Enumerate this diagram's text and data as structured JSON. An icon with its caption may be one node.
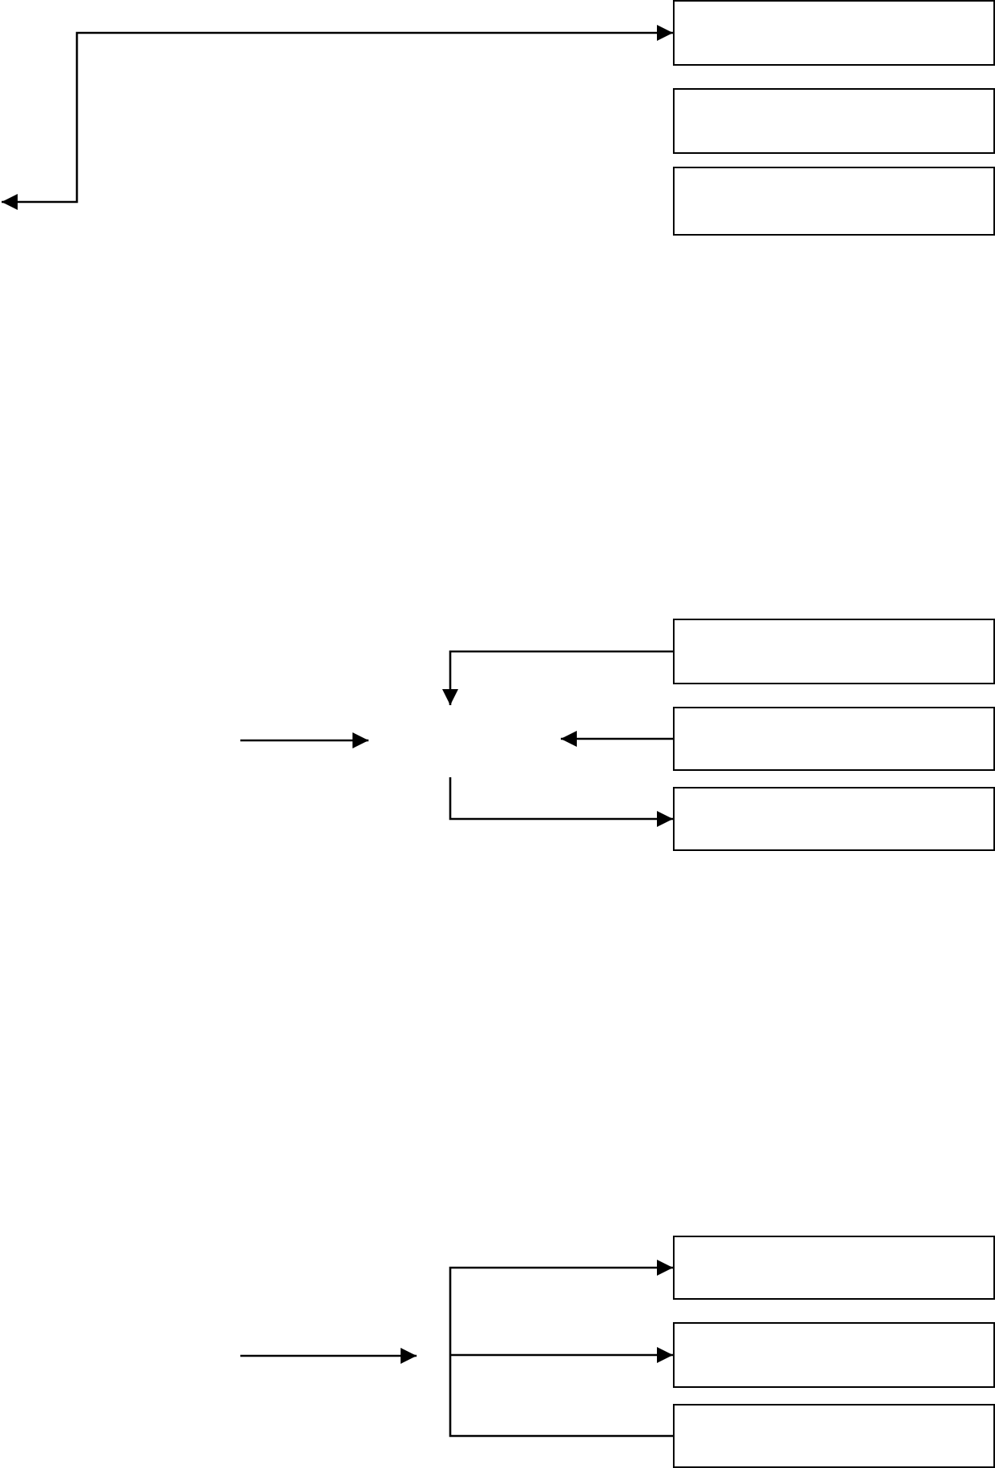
{
  "diagram": {
    "nodes": [
      {
        "text": [],
        "shape": "box"
      },
      {
        "text": [],
        "shape": "box"
      },
      {
        "text": [],
        "shape": "box"
      },
      {
        "text": [],
        "shape": "box"
      },
      {
        "text": [],
        "shape": "box"
      },
      {
        "text": [],
        "shape": "box"
      },
      {
        "text": [],
        "shape": "box"
      },
      {
        "text": [],
        "shape": "box"
      },
      {
        "text": [],
        "shape": "box"
      }
    ],
    "edges": [
      {
        "from": null,
        "to": 0,
        "arrow": "both"
      },
      {
        "from": 3,
        "to": null,
        "arrow": "to"
      },
      {
        "from": 4,
        "to": null,
        "arrow": "to"
      },
      {
        "from": null,
        "to": 5,
        "arrow": "to"
      },
      {
        "from": null,
        "to": 6,
        "arrow": "to"
      },
      {
        "from": null,
        "to": 7,
        "arrow": "to"
      },
      {
        "from": null,
        "to": 8,
        "arrow": "none"
      }
    ]
  }
}
